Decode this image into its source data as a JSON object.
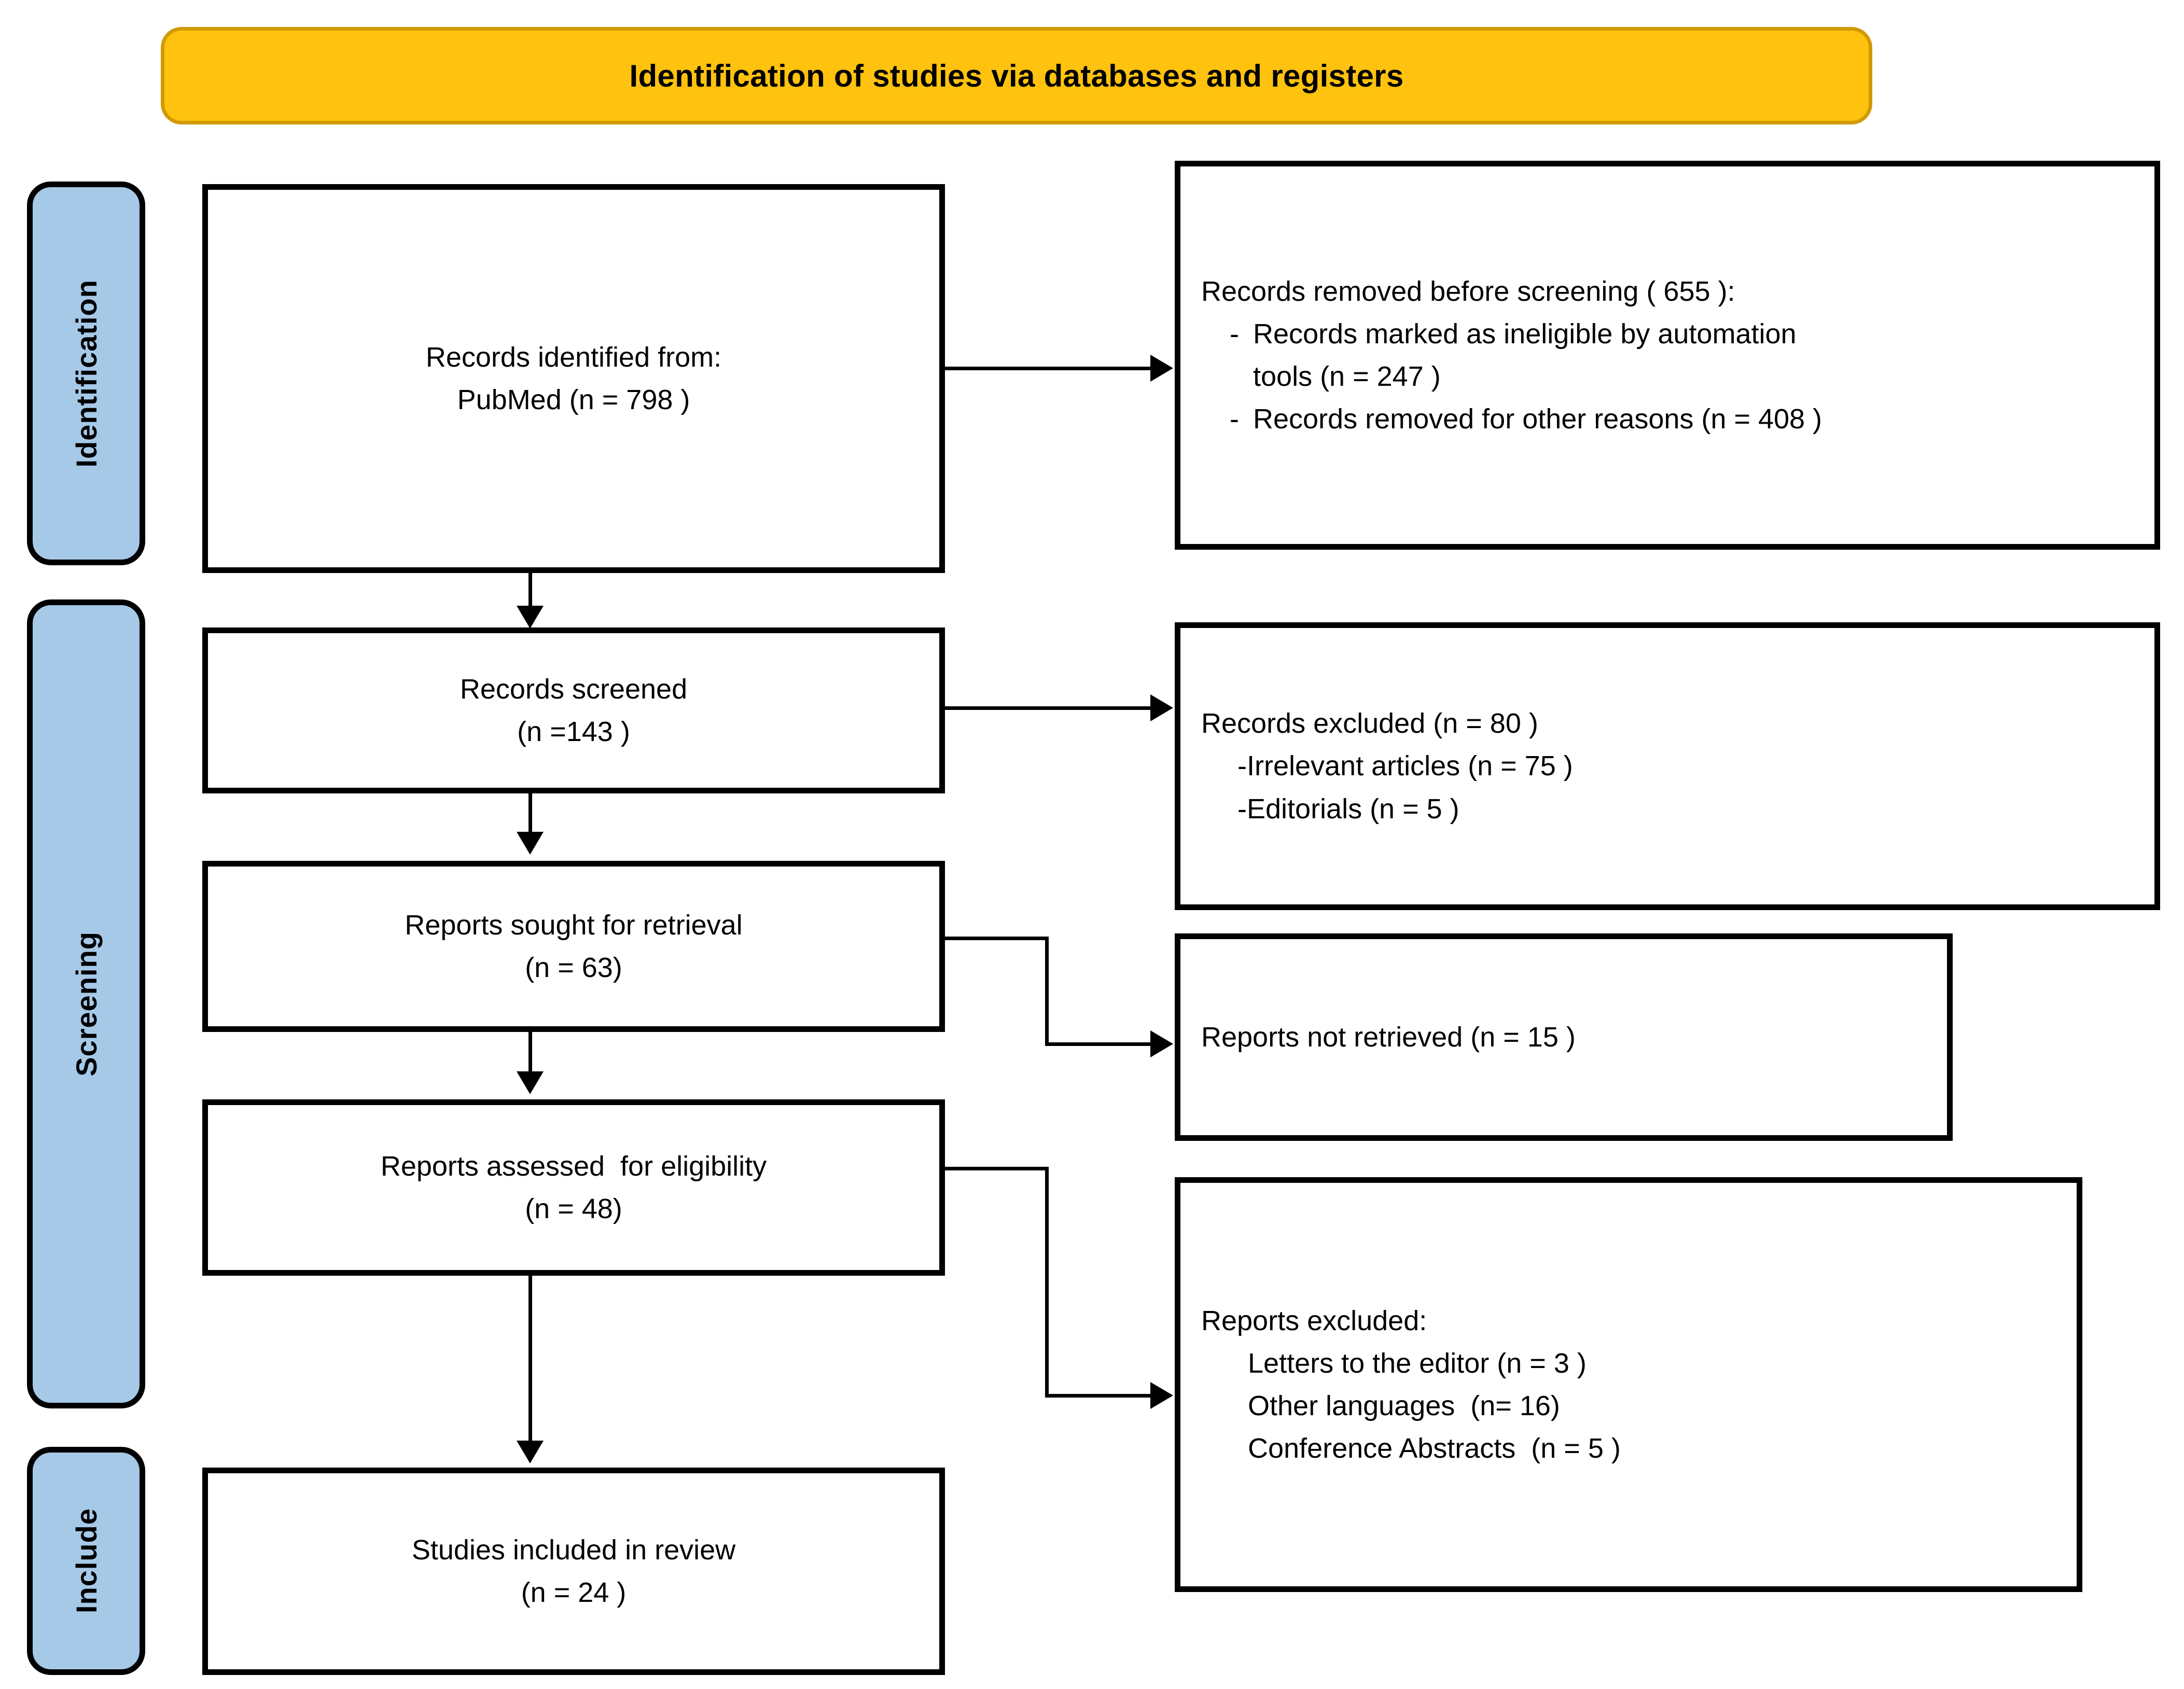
{
  "banner": {
    "title": "Identification of studies via databases and registers"
  },
  "stages": [
    {
      "key": "identification",
      "label": "Identification"
    },
    {
      "key": "screening",
      "label": "Screening"
    },
    {
      "key": "include",
      "label": "Include"
    }
  ],
  "boxes": {
    "identified": {
      "line1": "Records identified from:",
      "line2": "PubMed (n = 798 )"
    },
    "removed_before": {
      "heading": "Records removed before screening ( 655 ):",
      "bullets": [
        {
          "dash": "-",
          "text": "Records marked as ineligible by automation"
        },
        {
          "dash": "",
          "text": "tools (n = 247 )"
        },
        {
          "dash": "-",
          "text": "Records removed for other reasons (n = 408 )"
        }
      ]
    },
    "screened": {
      "line1": "Records screened",
      "line2": "(n =143 )"
    },
    "excluded": {
      "line1": "Records excluded (n = 80 )",
      "line2": "-Irrelevant articles (n = 75 )",
      "line3": "-Editorials (n = 5 )"
    },
    "sought": {
      "line1": "Reports sought for retrieval",
      "line2": "(n = 63)"
    },
    "not_retrieved": {
      "line1": "Reports not retrieved (n = 15 )"
    },
    "assessed": {
      "line1": "Reports assessed  for eligibility",
      "line2": "(n = 48)"
    },
    "reports_excluded": {
      "line1": "Reports excluded:",
      "line2": "Letters to the editor (n = 3 )",
      "line3": "Other languages  (n= 16)",
      "line4": "Conference Abstracts  (n = 5 )"
    },
    "included": {
      "line1": "Studies included in review",
      "line2": "(n = 24 )"
    }
  },
  "colors": {
    "banner_fill": "#FFC20E",
    "banner_border": "#D19A00",
    "stage_fill": "#A6C9E8",
    "stroke": "#000000",
    "box_fill": "#FFFFFF"
  }
}
